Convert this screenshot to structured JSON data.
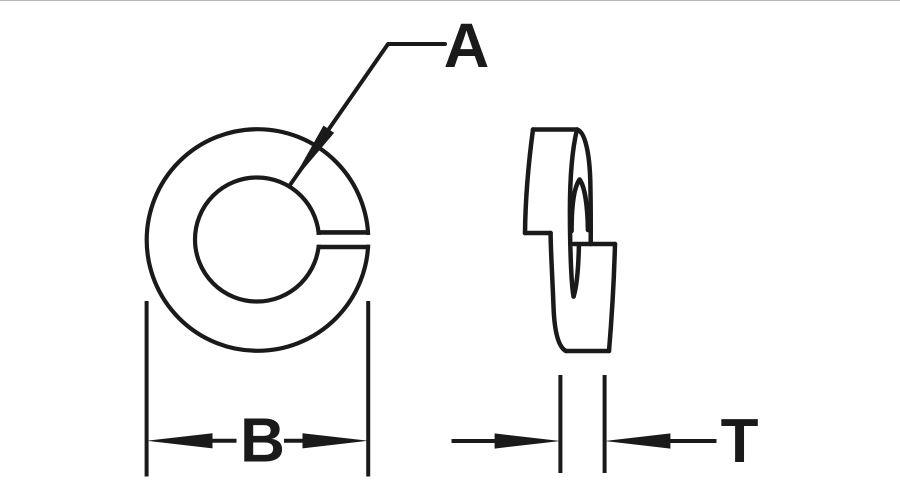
{
  "diagram": {
    "kind": "split-lock-washer-technical-drawing",
    "background_color": "#ffffff",
    "line_color": "#1a1a1a",
    "labels": {
      "inner_diameter": "A",
      "outer_diameter": "B",
      "thickness": "T"
    }
  }
}
